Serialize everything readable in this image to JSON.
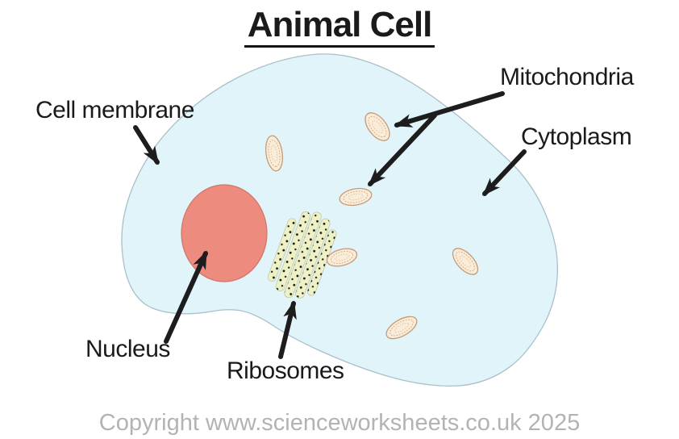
{
  "title": "Animal Cell",
  "labels": {
    "cell_membrane": "Cell membrane",
    "mitochondria": "Mitochondria",
    "cytoplasm": "Cytoplasm",
    "nucleus": "Nucleus",
    "ribosomes": "Ribosomes"
  },
  "footer": {
    "copyright": "Copyright www.scienceworksheets.co.uk 2025"
  },
  "colors": {
    "cell_fill": "#e1f4f9",
    "cell_outline": "#a9c0c9",
    "nucleus_fill": "#ec8b7e",
    "nucleus_outline": "#d0756a",
    "mitochondrion_fill": "#f9ecd9",
    "mitochondrion_outline": "#c59a76",
    "mitochondrion_texture": "#d8ab84",
    "ribosome_strip_fill": "#eef1c6",
    "ribosome_dot": "#161616",
    "arrow": "#1d1d1d",
    "title_text": "#141414",
    "label_text": "#1a1a1a",
    "copyright_text": "#b3b3b3"
  }
}
